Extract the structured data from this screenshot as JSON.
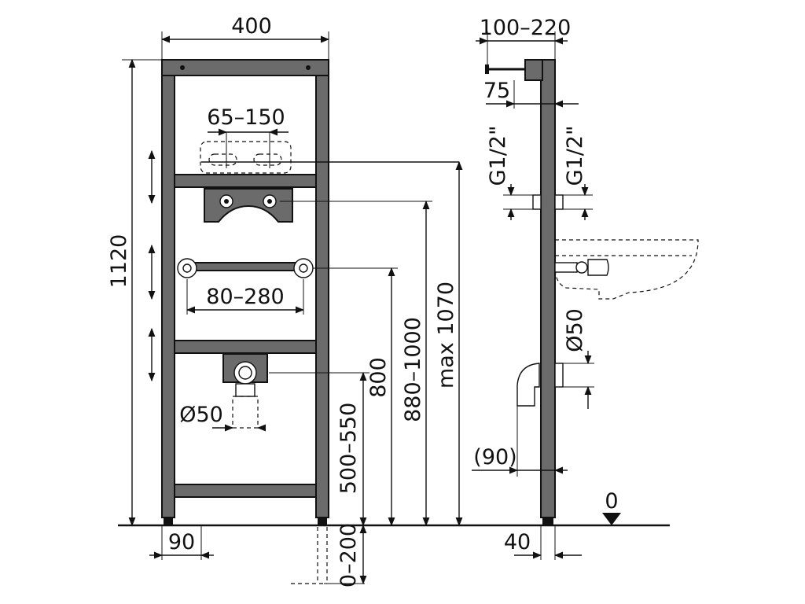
{
  "front_view": {
    "width_label": "400",
    "height_label": "1120",
    "outlet_spacing_label": "65–150",
    "bracket_spacing_label": "80–280",
    "drain_diameter_label": "Ø50",
    "foot_width_label": "90",
    "drain_height_label": "500–550",
    "bracket_height_label": "800",
    "supply_height_label": "880–1000",
    "max_height_label": "max 1070",
    "below_floor_label": "0–200"
  },
  "side_view": {
    "depth_label": "100–220",
    "offset_label": "75",
    "thread_left_label": "G1/2\"",
    "thread_right_label": "G1/2\"",
    "drain_diameter_label": "Ø50",
    "drain_offset_label": "(90)",
    "frame_depth_label": "40",
    "floor_level_label": "0"
  }
}
